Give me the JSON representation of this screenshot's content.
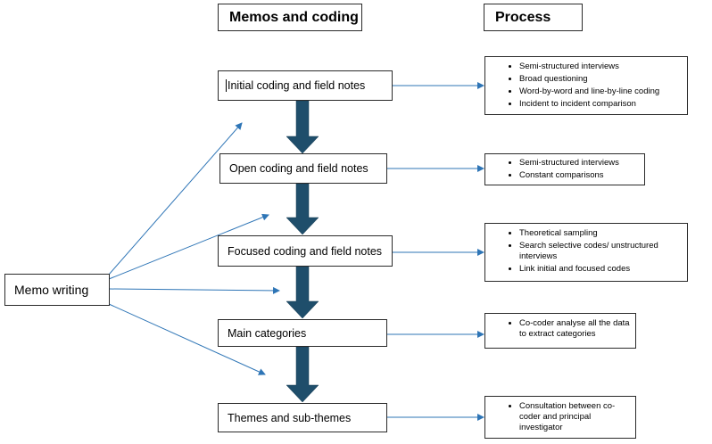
{
  "headers": {
    "left": "Memos and coding",
    "right": "Process"
  },
  "memo_writing": "Memo writing",
  "stages": [
    {
      "label": "Initial coding and field notes",
      "process": [
        "Semi-structured interviews",
        "Broad questioning",
        "Word-by-word and line-by-line coding",
        "Incident to incident comparison"
      ]
    },
    {
      "label": "Open coding and field notes",
      "process": [
        "Semi-structured interviews",
        "Constant comparisons"
      ]
    },
    {
      "label": "Focused coding and field notes",
      "process": [
        "Theoretical sampling",
        "Search selective codes/ unstructured interviews",
        "Link initial and focused codes"
      ]
    },
    {
      "label": "Main categories",
      "process": [
        "Co-coder analyse all the data to extract categories"
      ]
    },
    {
      "label": "Themes and sub-themes",
      "process": [
        "Consultation between co-coder and principal investigator"
      ]
    }
  ],
  "colors": {
    "arrow_dark": "#1f4e6b",
    "arrow_light": "#2e75b6",
    "border": "#2a2a2a"
  }
}
